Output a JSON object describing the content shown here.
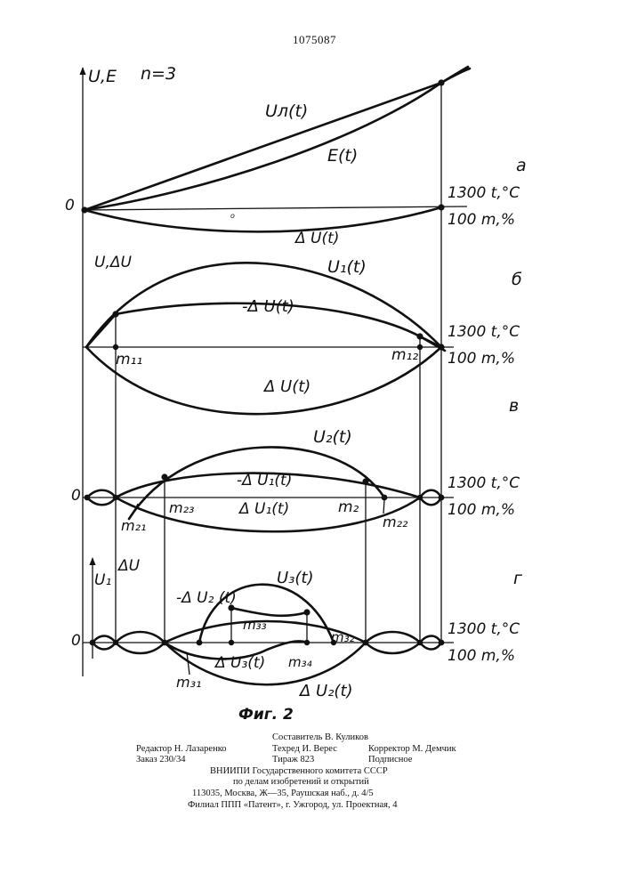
{
  "patent_number": "1075087",
  "figure": {
    "caption": "Фиг. 2",
    "n_label": "n=3",
    "panel_a": {
      "letter": "а",
      "y_axis": "U,E",
      "origin": "0",
      "t_axis": "1300 t,°C",
      "m_axis": "100 m,%",
      "curves": [
        "Uл(t)",
        "E(t)",
        "Δ U(t)"
      ],
      "center_mark": "о"
    },
    "panel_b": {
      "letter": "б",
      "y_axis": "U,ΔU",
      "t_axis": "1300 t,°C",
      "m_axis": "100 m,%",
      "curves": [
        "U₁(t)",
        "-Δ U(t)",
        "Δ U(t)"
      ],
      "points": [
        "m₁₁",
        "m₁₂"
      ]
    },
    "panel_v": {
      "letter": "в",
      "origin": "0",
      "t_axis": "1300 t,°C",
      "m_axis": "100 m,%",
      "curves": [
        "U₂(t)",
        "-Δ U₁(t)",
        "Δ U₁(t)"
      ],
      "points": [
        "m₂₃",
        "m₂",
        "m₂₁",
        "m₂₂"
      ]
    },
    "panel_g": {
      "letter": "г",
      "y_axis_left": "U₁",
      "y_axis_right": "ΔU",
      "origin": "0",
      "t_axis": "1300 t,°C",
      "m_axis": "100 m,%",
      "curves": [
        "U₃(t)",
        "-Δ U₂ (t)",
        "Δ U₃(t)",
        "Δ U₂(t)"
      ],
      "points": [
        "m₃₃",
        "m₃₂",
        "m₃₄",
        "m₃₁"
      ]
    }
  },
  "imprint": {
    "compiler": "Составитель В. Куликов",
    "editor": "Редактор Н. Лазаренко",
    "techred": "Техред И. Верес",
    "corrector": "Корректор М. Демчик",
    "order": "Заказ 230/34",
    "circulation": "Тираж 823",
    "subscription": "Подписное",
    "org1": "ВНИИПИ Государственного комитета СССР",
    "org2": "по делам изобретений и открытий",
    "address": "113035, Москва, Ж—35, Раушская наб., д. 4/5",
    "branch": "Филиал ППП «Патент», г. Ужгород, ул. Проектная, 4"
  }
}
